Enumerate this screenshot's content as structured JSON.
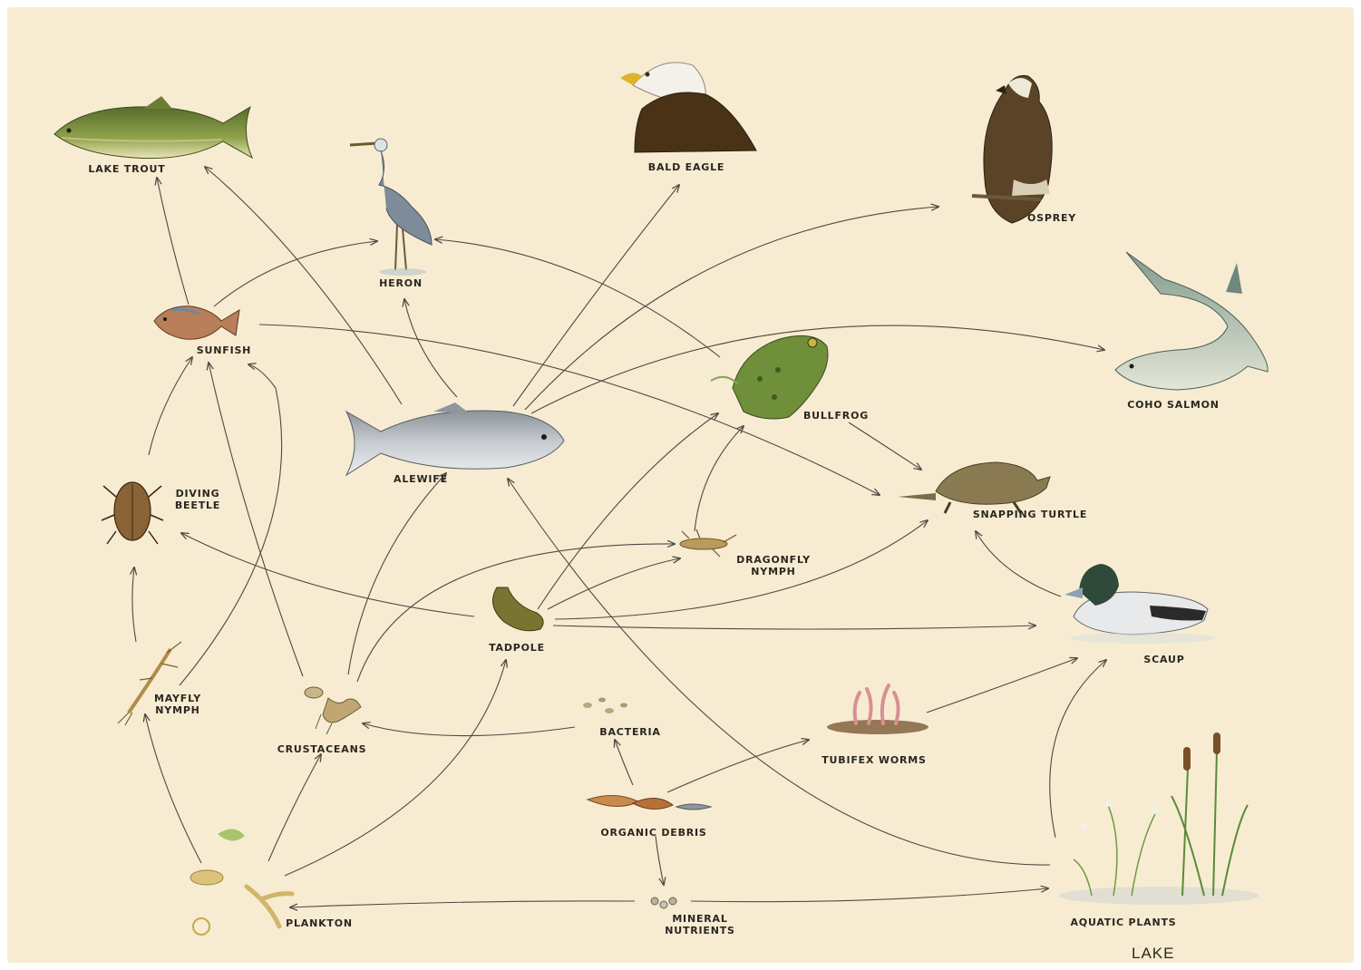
{
  "organisms": {
    "lake_trout": "LAKE TROUT",
    "heron": "HERON",
    "bald_eagle": "BALD EAGLE",
    "osprey": "OSPREY",
    "coho_salmon": "COHO SALMON",
    "sunfish": "SUNFISH",
    "bullfrog": "BULLFROG",
    "alewife": "ALEWIFE",
    "diving_beetle": "DIVING\nBEETLE",
    "snapping_turtle": "SNAPPING TURTLE",
    "dragonfly_nymph": "DRAGONFLY\nNYMPH",
    "tadpole": "TADPOLE",
    "scaup": "SCAUP",
    "mayfly_nymph": "MAYFLY\nNYMPH",
    "crustaceans": "CRUSTACEANS",
    "bacteria": "BACTERIA",
    "tubifex_worms": "TUBIFEX WORMS",
    "organic_debris": "ORGANIC DEBRIS",
    "plankton": "PLANKTON",
    "mineral_nutrients": "MINERAL\nNUTRIENTS",
    "aquatic_plants": "AQUATIC PLANTS"
  },
  "corner_label": "LAKE",
  "links": [
    {
      "from": "Sunfish",
      "to": "Lake trout"
    },
    {
      "from": "Alewife",
      "to": "Lake trout"
    },
    {
      "from": "Sunfish",
      "to": "Heron"
    },
    {
      "from": "Alewife",
      "to": "Heron"
    },
    {
      "from": "Bullfrog",
      "to": "Heron"
    },
    {
      "from": "Alewife",
      "to": "Bald eagle"
    },
    {
      "from": "Alewife",
      "to": "Osprey"
    },
    {
      "from": "Alewife",
      "to": "Coho salmon"
    },
    {
      "from": "Sunfish",
      "to": "Snapping turtle"
    },
    {
      "from": "Bullfrog",
      "to": "Snapping turtle"
    },
    {
      "from": "Tadpole",
      "to": "Snapping turtle"
    },
    {
      "from": "Scaup",
      "to": "Snapping turtle"
    },
    {
      "from": "Tadpole",
      "to": "Bullfrog"
    },
    {
      "from": "Dragonfly nymph",
      "to": "Bullfrog"
    },
    {
      "from": "Diving beetle",
      "to": "Sunfish"
    },
    {
      "from": "Mayfly nymph",
      "to": "Sunfish"
    },
    {
      "from": "Crustaceans",
      "to": "Sunfish"
    },
    {
      "from": "Tadpole",
      "to": "Diving beetle"
    },
    {
      "from": "Mayfly nymph",
      "to": "Diving beetle"
    },
    {
      "from": "Crustaceans",
      "to": "Alewife"
    },
    {
      "from": "Aquatic plants",
      "to": "Alewife"
    },
    {
      "from": "Crustaceans",
      "to": "Dragonfly nymph"
    },
    {
      "from": "Tadpole",
      "to": "Dragonfly nymph"
    },
    {
      "from": "Tadpole",
      "to": "Scaup"
    },
    {
      "from": "Tubifex worms",
      "to": "Scaup"
    },
    {
      "from": "Aquatic plants",
      "to": "Scaup"
    },
    {
      "from": "Bacteria",
      "to": "Crustaceans"
    },
    {
      "from": "Plankton",
      "to": "Crustaceans"
    },
    {
      "from": "Plankton",
      "to": "Mayfly nymph"
    },
    {
      "from": "Plankton",
      "to": "Tadpole"
    },
    {
      "from": "Organic debris",
      "to": "Bacteria"
    },
    {
      "from": "Organic debris",
      "to": "Tubifex worms"
    },
    {
      "from": "Organic debris",
      "to": "Mineral nutrients"
    },
    {
      "from": "Mineral nutrients",
      "to": "Plankton"
    },
    {
      "from": "Mineral nutrients",
      "to": "Aquatic plants"
    }
  ]
}
